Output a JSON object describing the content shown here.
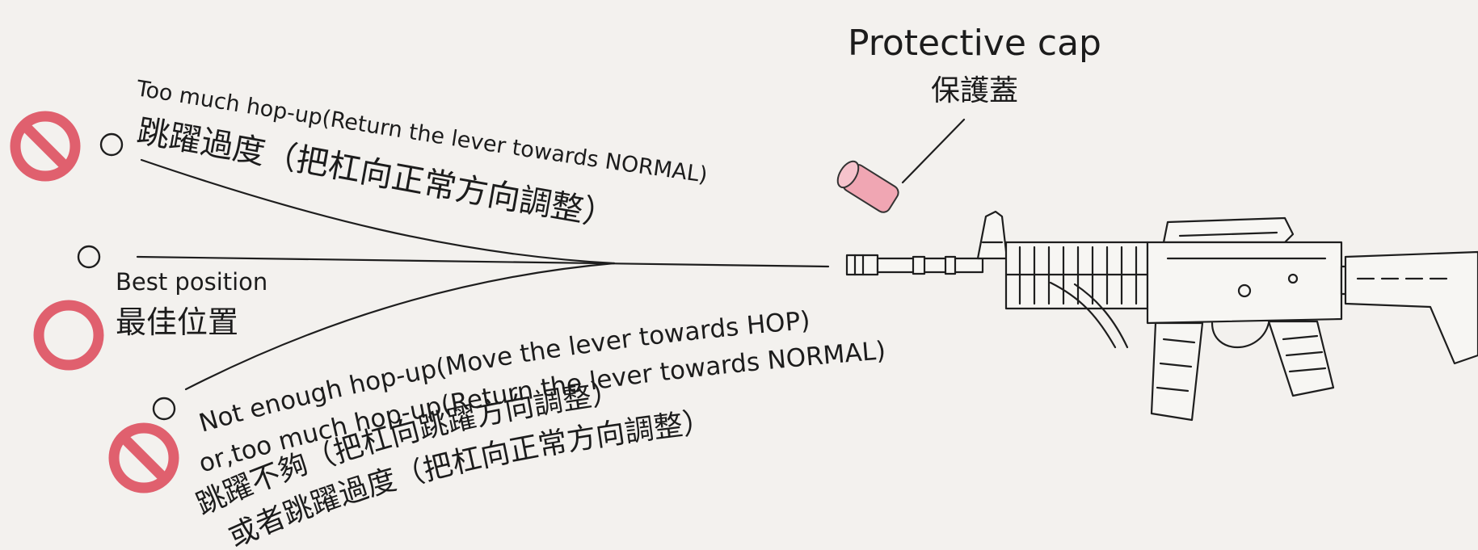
{
  "cap": {
    "label_en": "Protective cap",
    "label_zh": "保護蓋",
    "color": "#f0a6b3"
  },
  "too_much": {
    "en": "Too much hop-up(Return the lever towards NORMAL)",
    "zh": "跳躍過度（把杠向正常方向調整）",
    "status": "wrong"
  },
  "best": {
    "en": "Best position",
    "zh": "最佳位置",
    "status": "correct"
  },
  "not_enough": {
    "en1": "Not enough hop-up(Move the lever towards HOP)",
    "en2": "or,too much hop-up(Return the lever towards NORMAL)",
    "zh1": "跳躍不夠（把杠向跳躍方向調整）",
    "zh2": "或者跳躍過度（把杠向正常方向調整）",
    "status": "wrong"
  },
  "icons": {
    "prohibited": "prohibited-icon",
    "correct": "correct-circle-icon",
    "hollow": "hollow-circle-icon",
    "mark_color": "#e0606e"
  }
}
